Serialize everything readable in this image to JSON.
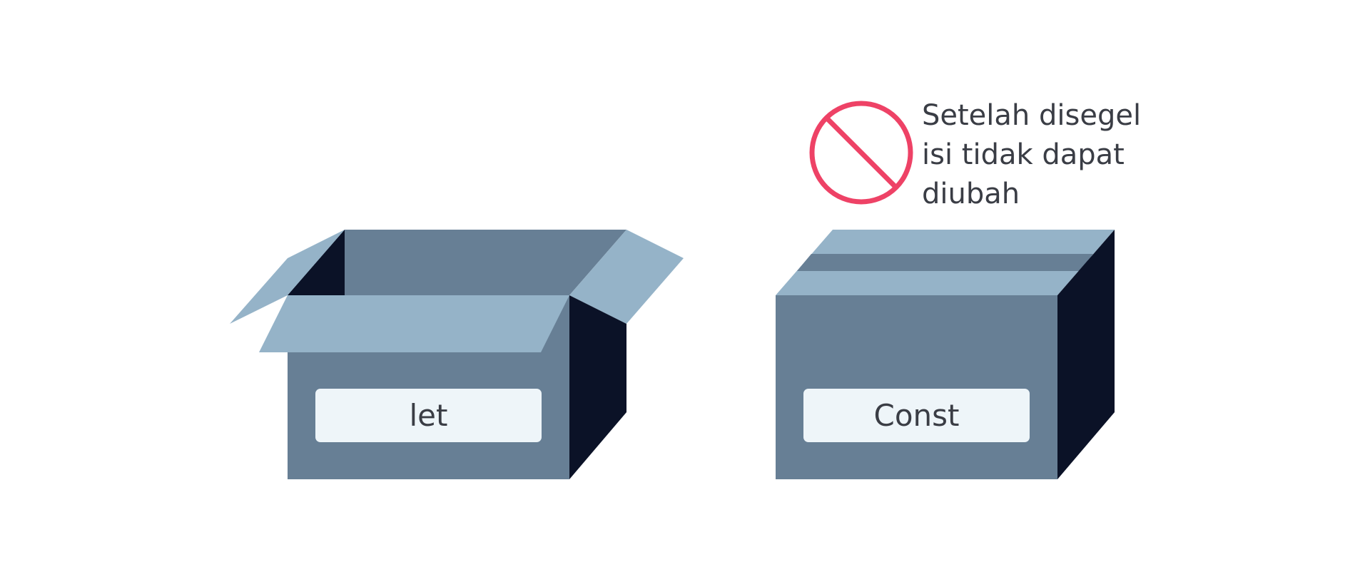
{
  "colors": {
    "background": "#ffffff",
    "box_front": "#677f95",
    "box_flap": "#95b3c8",
    "box_side": "#0b1227",
    "label_plate": "#eef5f9",
    "label_text": "#3a3d45",
    "prohibit_red": "#ee4266"
  },
  "boxes": {
    "open_box": {
      "state": "open",
      "label": "let"
    },
    "sealed_box": {
      "state": "sealed",
      "label": "Const"
    }
  },
  "sealed_note": {
    "icon": "prohibited-icon",
    "lines": [
      "Setelah disegel",
      "isi tidak dapat",
      "diubah"
    ]
  }
}
